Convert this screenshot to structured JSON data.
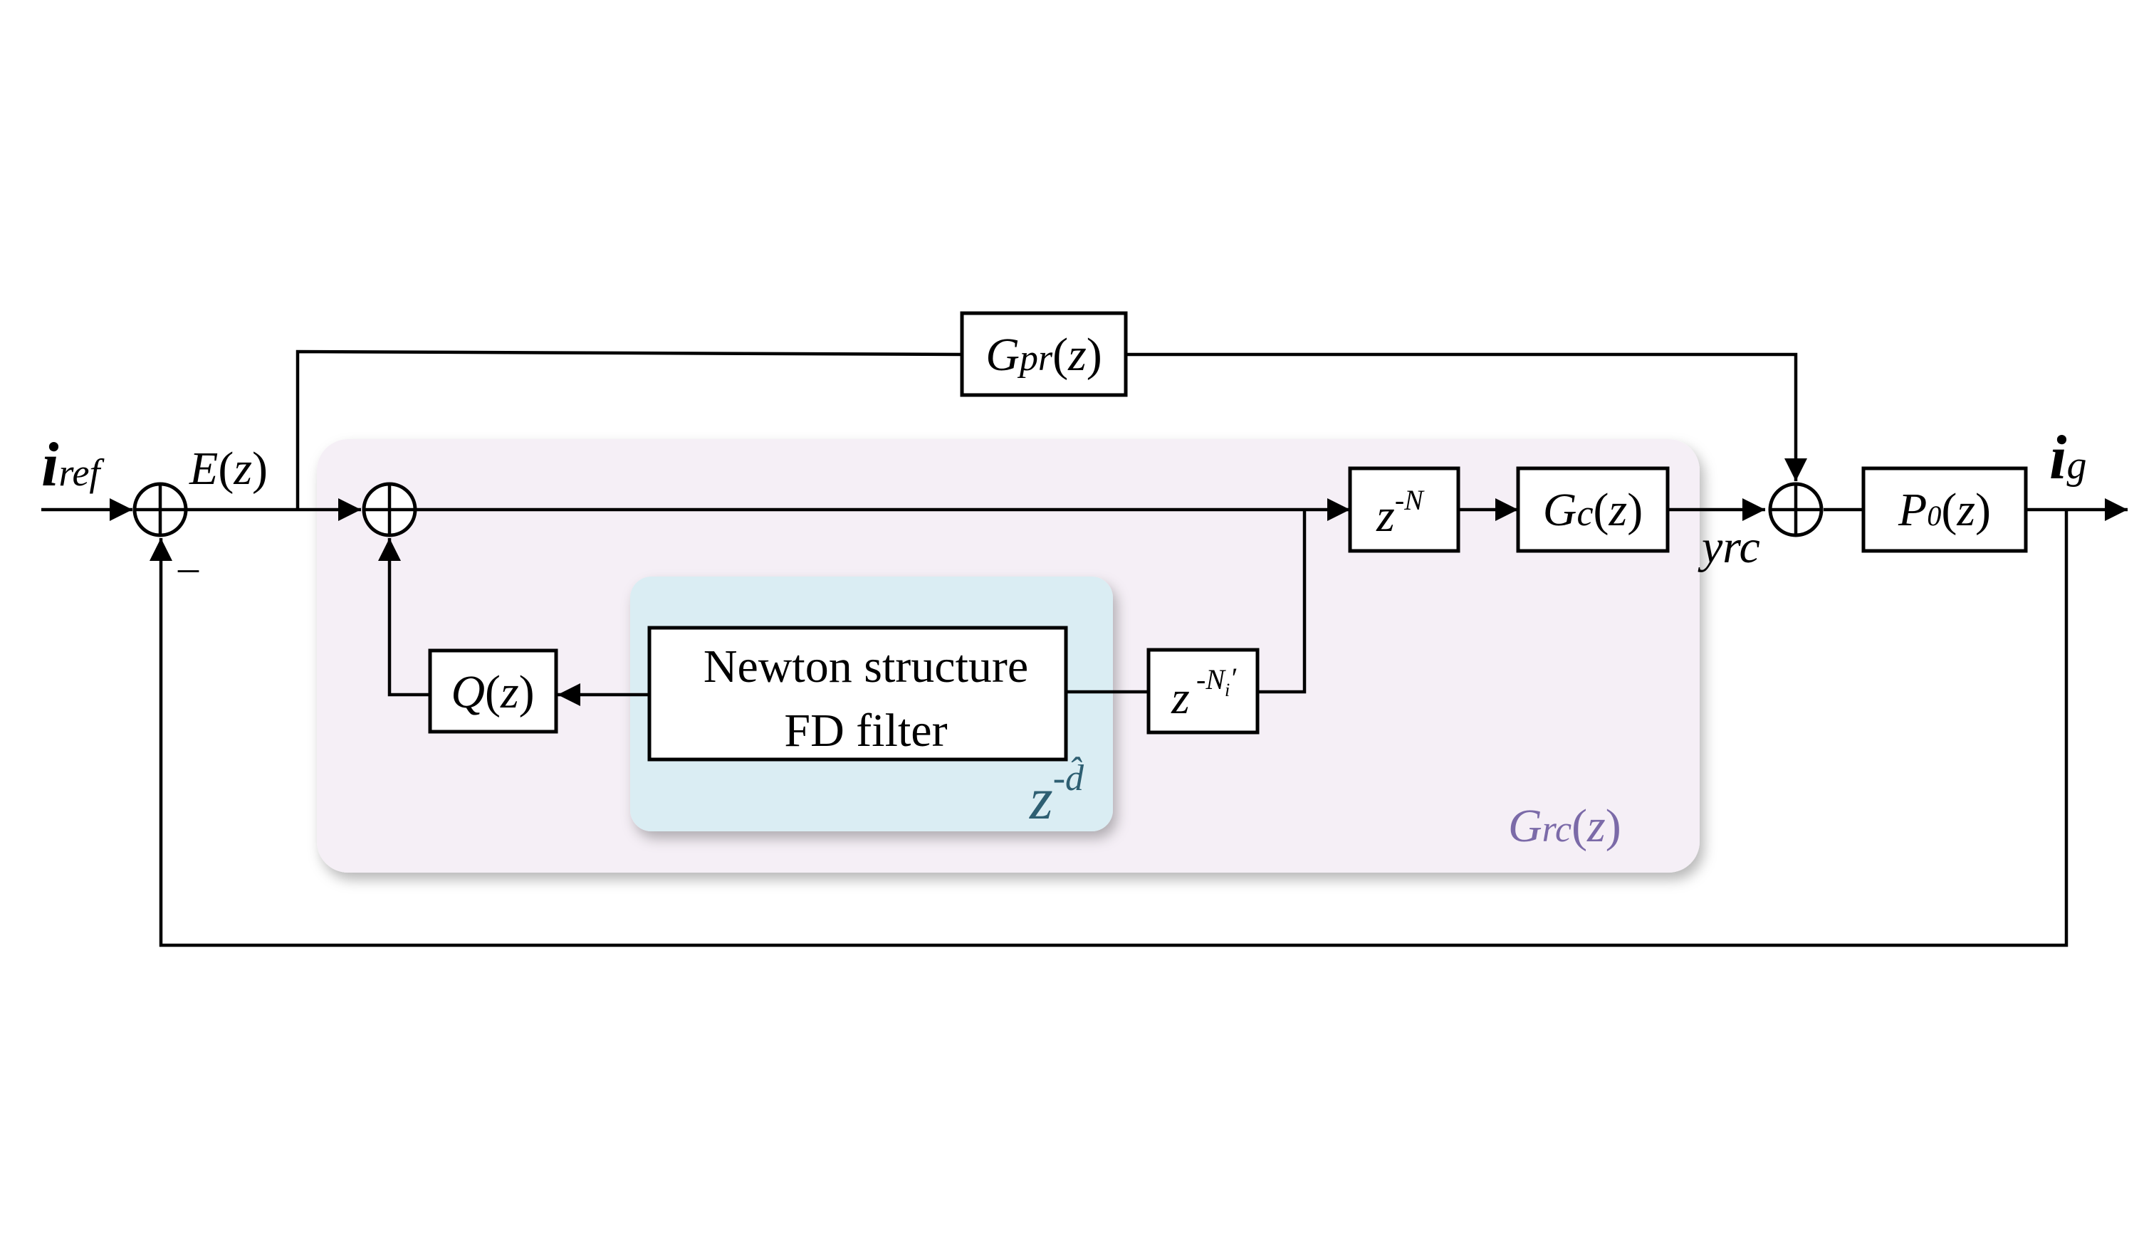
{
  "signals": {
    "input_i": "i",
    "input_sub": "ref",
    "error_E": "E",
    "error_arg": "z",
    "minus": "–",
    "yrc": "yrc",
    "output_i": "i",
    "output_sub": "g"
  },
  "blocks": {
    "gpr": {
      "main": "G",
      "sub": "pr",
      "arg": "z"
    },
    "delay_n": {
      "main": "z",
      "exp": "-N"
    },
    "gc": {
      "main": "G",
      "sub": "c",
      "arg": "z"
    },
    "p0": {
      "main": "P",
      "sub": "0",
      "arg": "z"
    },
    "q": {
      "main": "Q",
      "arg": "z"
    },
    "newton_line1": "Newton structure",
    "newton_line2": "FD filter",
    "delay_ni": {
      "main": "z",
      "exp": "-N",
      "exp_sub": "i",
      "exp_prime": "′"
    }
  },
  "regions": {
    "fd_main": "z",
    "fd_exp": "-d̂",
    "grc": {
      "main": "G",
      "sub": "rc",
      "arg": "z"
    }
  },
  "colors": {
    "grc_region": "#f5eff6",
    "fd_region": "#daedf3",
    "grc_label": "#7b6aa8",
    "fd_label": "#2e5f72",
    "line": "#000000"
  }
}
